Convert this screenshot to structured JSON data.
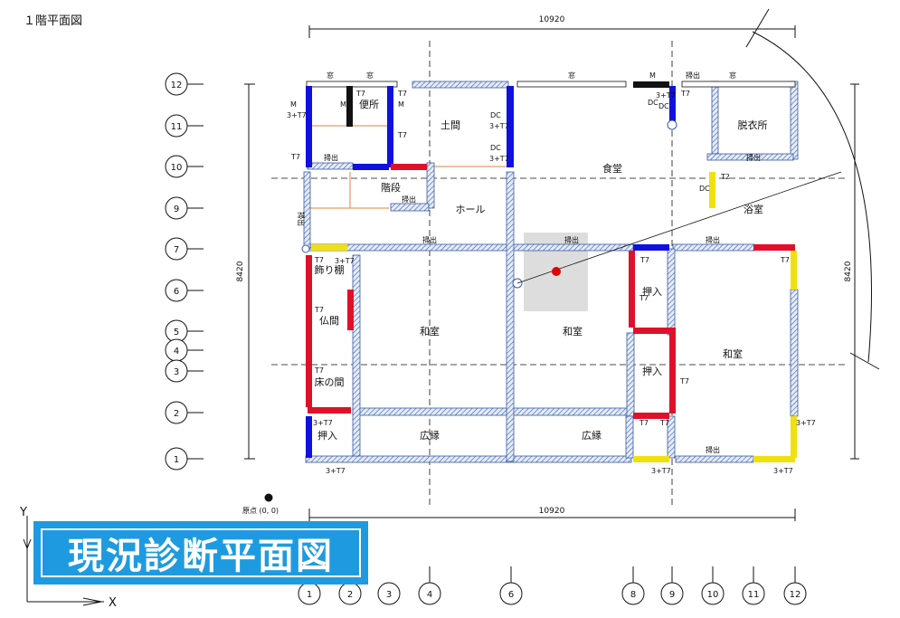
{
  "floor_title": "１階平面図",
  "banner_title": "現況診断平面図",
  "dimensions": {
    "top": "10920",
    "bottom": "10920",
    "left": "8420",
    "right": "8420"
  },
  "origin_label": "原点 (0, 0)",
  "axes": {
    "y": "Y",
    "x": "X"
  },
  "row_grid_labels": [
    "12",
    "11",
    "10",
    "9",
    "7",
    "6",
    "5",
    "4",
    "3",
    "2",
    "1"
  ],
  "col_grid_labels": [
    "1",
    "2",
    "3",
    "4",
    "6",
    "8",
    "9",
    "10",
    "11",
    "12"
  ],
  "rooms": {
    "toilet": "便所",
    "doma": "土間",
    "dining": "食堂",
    "dressing": "脱衣所",
    "stairs": "階段",
    "hall": "ホール",
    "bath": "浴室",
    "shelf": "飾り棚",
    "butsuma": "仏間",
    "tokonoma": "床の間",
    "oshiire_left": "押入",
    "washitsu_1": "和室",
    "washitsu_2": "和室",
    "washitsu_3": "和室",
    "oshiire_1": "押入",
    "oshiire_2": "押入",
    "hiroen_1": "広縁",
    "hiroen_2": "広縁"
  },
  "wall_labels": {
    "window_1": "窓",
    "window_2": "窓",
    "window_3": "窓",
    "window_4": "窓",
    "sumi_1": "掃出",
    "sumi_2": "掃出",
    "sumi_3": "掃出",
    "sumi_4": "掃出",
    "sumi_5": "掃出",
    "sumi_6": "掃出",
    "sumi_7": "掃出",
    "sumi_8": "掃出",
    "sumi_9": "掃出"
  },
  "tags": {
    "m1": "M",
    "m2": "M",
    "m3": "M",
    "m4": "M",
    "t7_1": "T7",
    "t7_2": "T7",
    "t7_3": "T7",
    "t7_4": "T7",
    "t7_5": "T7",
    "t7_6": "T7",
    "t7_7": "T7",
    "t7_8": "T7",
    "t7_9": "T7",
    "t7_10": "T7",
    "t7_11": "T7",
    "t7_12": "T7",
    "t7_13": "T7",
    "t7_14": "T7",
    "dc_1": "DC",
    "dc_2": "DC",
    "dc_3": "DC",
    "dc_4": "DC",
    "dc_5": "DC",
    "t2": "T2",
    "c3t7_1": "3+T7",
    "c3t7_2": "3+T7",
    "c3t7_3": "3+T7",
    "c3t7_4": "3+T7",
    "c3t7_5": "3+T7",
    "c3t7_6": "3+T7",
    "c3t7_7": "3+T7",
    "c3t7_8": "3+T7",
    "c3t7_9": "3+T7",
    "c3t7_10": "3+T7"
  },
  "colors": {
    "blue_wall": "#1010e0",
    "red_wall": "#e0102a",
    "yellow_wall": "#f0e010",
    "black_wall": "#111111",
    "banner": "#1e9be0",
    "hatch": "#3a5aa8",
    "marker": "#e00000"
  }
}
